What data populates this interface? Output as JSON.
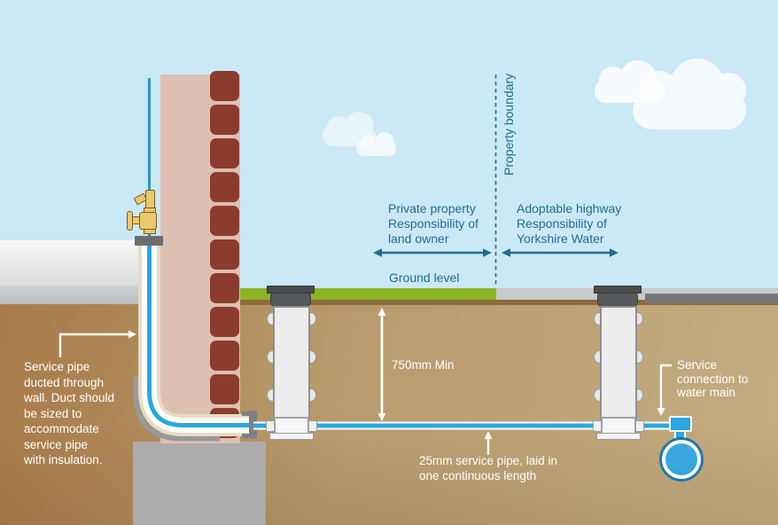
{
  "diagram": {
    "boundary_label": "Property boundary",
    "private_property_label": "Private property\nResponsibility of\nland owner",
    "adoptable_highway_label": "Adoptable highway\nResponsibility of\nYorkshire Water",
    "ground_level_label": "Ground level",
    "depth_label": "750mm Min",
    "duct_note": "Service pipe\nducted through\nwall. Duct should\nbe sized to\naccommodate\nservice pipe\nwith insulation.",
    "pipe_note": "25mm service pipe, laid in\none continuous length",
    "connection_note": "Service\nconnection to\nwater main"
  },
  "colors": {
    "sky": "#cbe8f6",
    "ground_brown": "#b3956a",
    "grass_green": "#8ab525",
    "brick_red": "#8c3c2e",
    "wall_pink": "#dec0b2",
    "service_pipe_blue": "#2aa7e0",
    "water_main_blue": "#2f9fd6",
    "duct_cream": "#e6ddc2",
    "label_teal": "#1f6e8c",
    "label_white": "#ffffff",
    "pavement_gray": "#ced2d4",
    "highway_gray": "#c7c9ca",
    "brass_valve": "#eac86e"
  }
}
